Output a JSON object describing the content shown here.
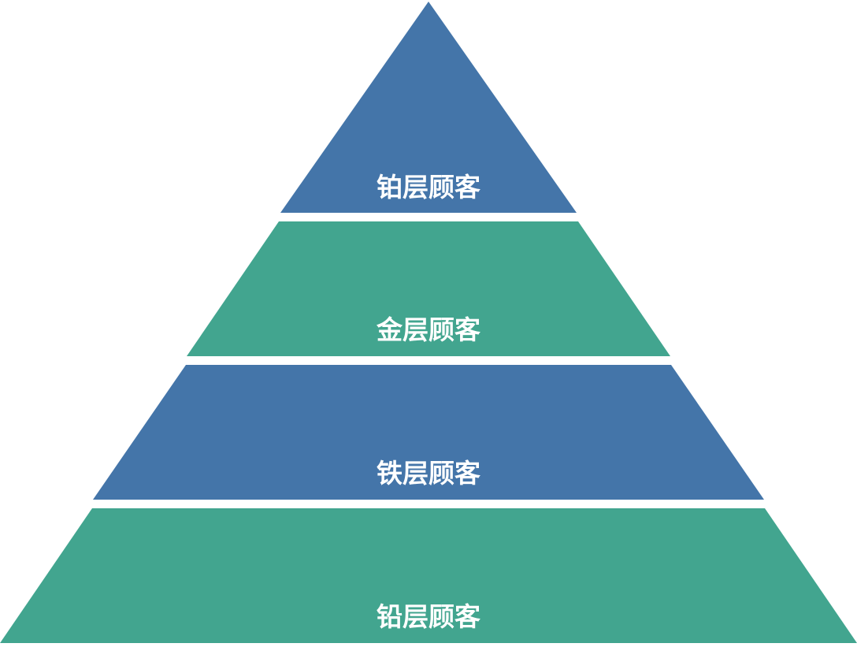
{
  "pyramid": {
    "tiers": [
      {
        "label": "铂层顾客",
        "color": "#4475a9"
      },
      {
        "label": "金层顾客",
        "color": "#42a58f"
      },
      {
        "label": "铁层顾客",
        "color": "#4475a9"
      },
      {
        "label": "铅层顾客",
        "color": "#42a58f"
      }
    ]
  }
}
